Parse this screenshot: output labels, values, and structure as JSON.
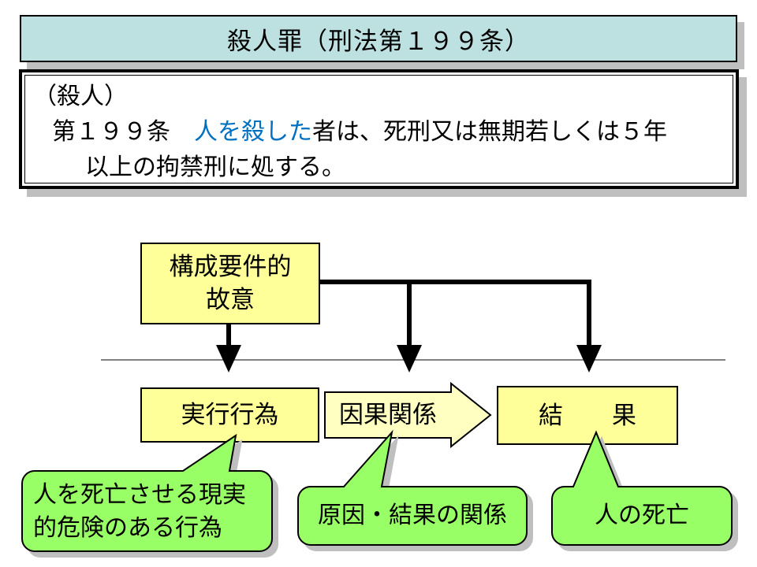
{
  "colors": {
    "title_fill": "#BDE0E1",
    "box_yellow": "#FFFF99",
    "arrow_yellow": "#FFFFC2",
    "callout_green": "#99FF66",
    "highlight_blue": "#0070C0",
    "shadow_gray": "#BFBFBF"
  },
  "title": {
    "text": "殺人罪（刑法第１９９条）"
  },
  "statute": {
    "caption": "（殺人）",
    "article_prefix": "第１９９条　",
    "highlight": "人を殺した",
    "line2_suffix": "者は、死刑又は無期若しくは５年",
    "line3": "以上の拘禁刑に処する。"
  },
  "diagram": {
    "intent_box": "構成要件的\n故意",
    "act_box": "実行行為",
    "causation_arrow": "因果関係",
    "result_box": "結　　果",
    "callout_act": "人を死亡させる現実\n的危険のある行為",
    "callout_causation": "原因・結果の関係",
    "callout_result": "人の死亡"
  }
}
